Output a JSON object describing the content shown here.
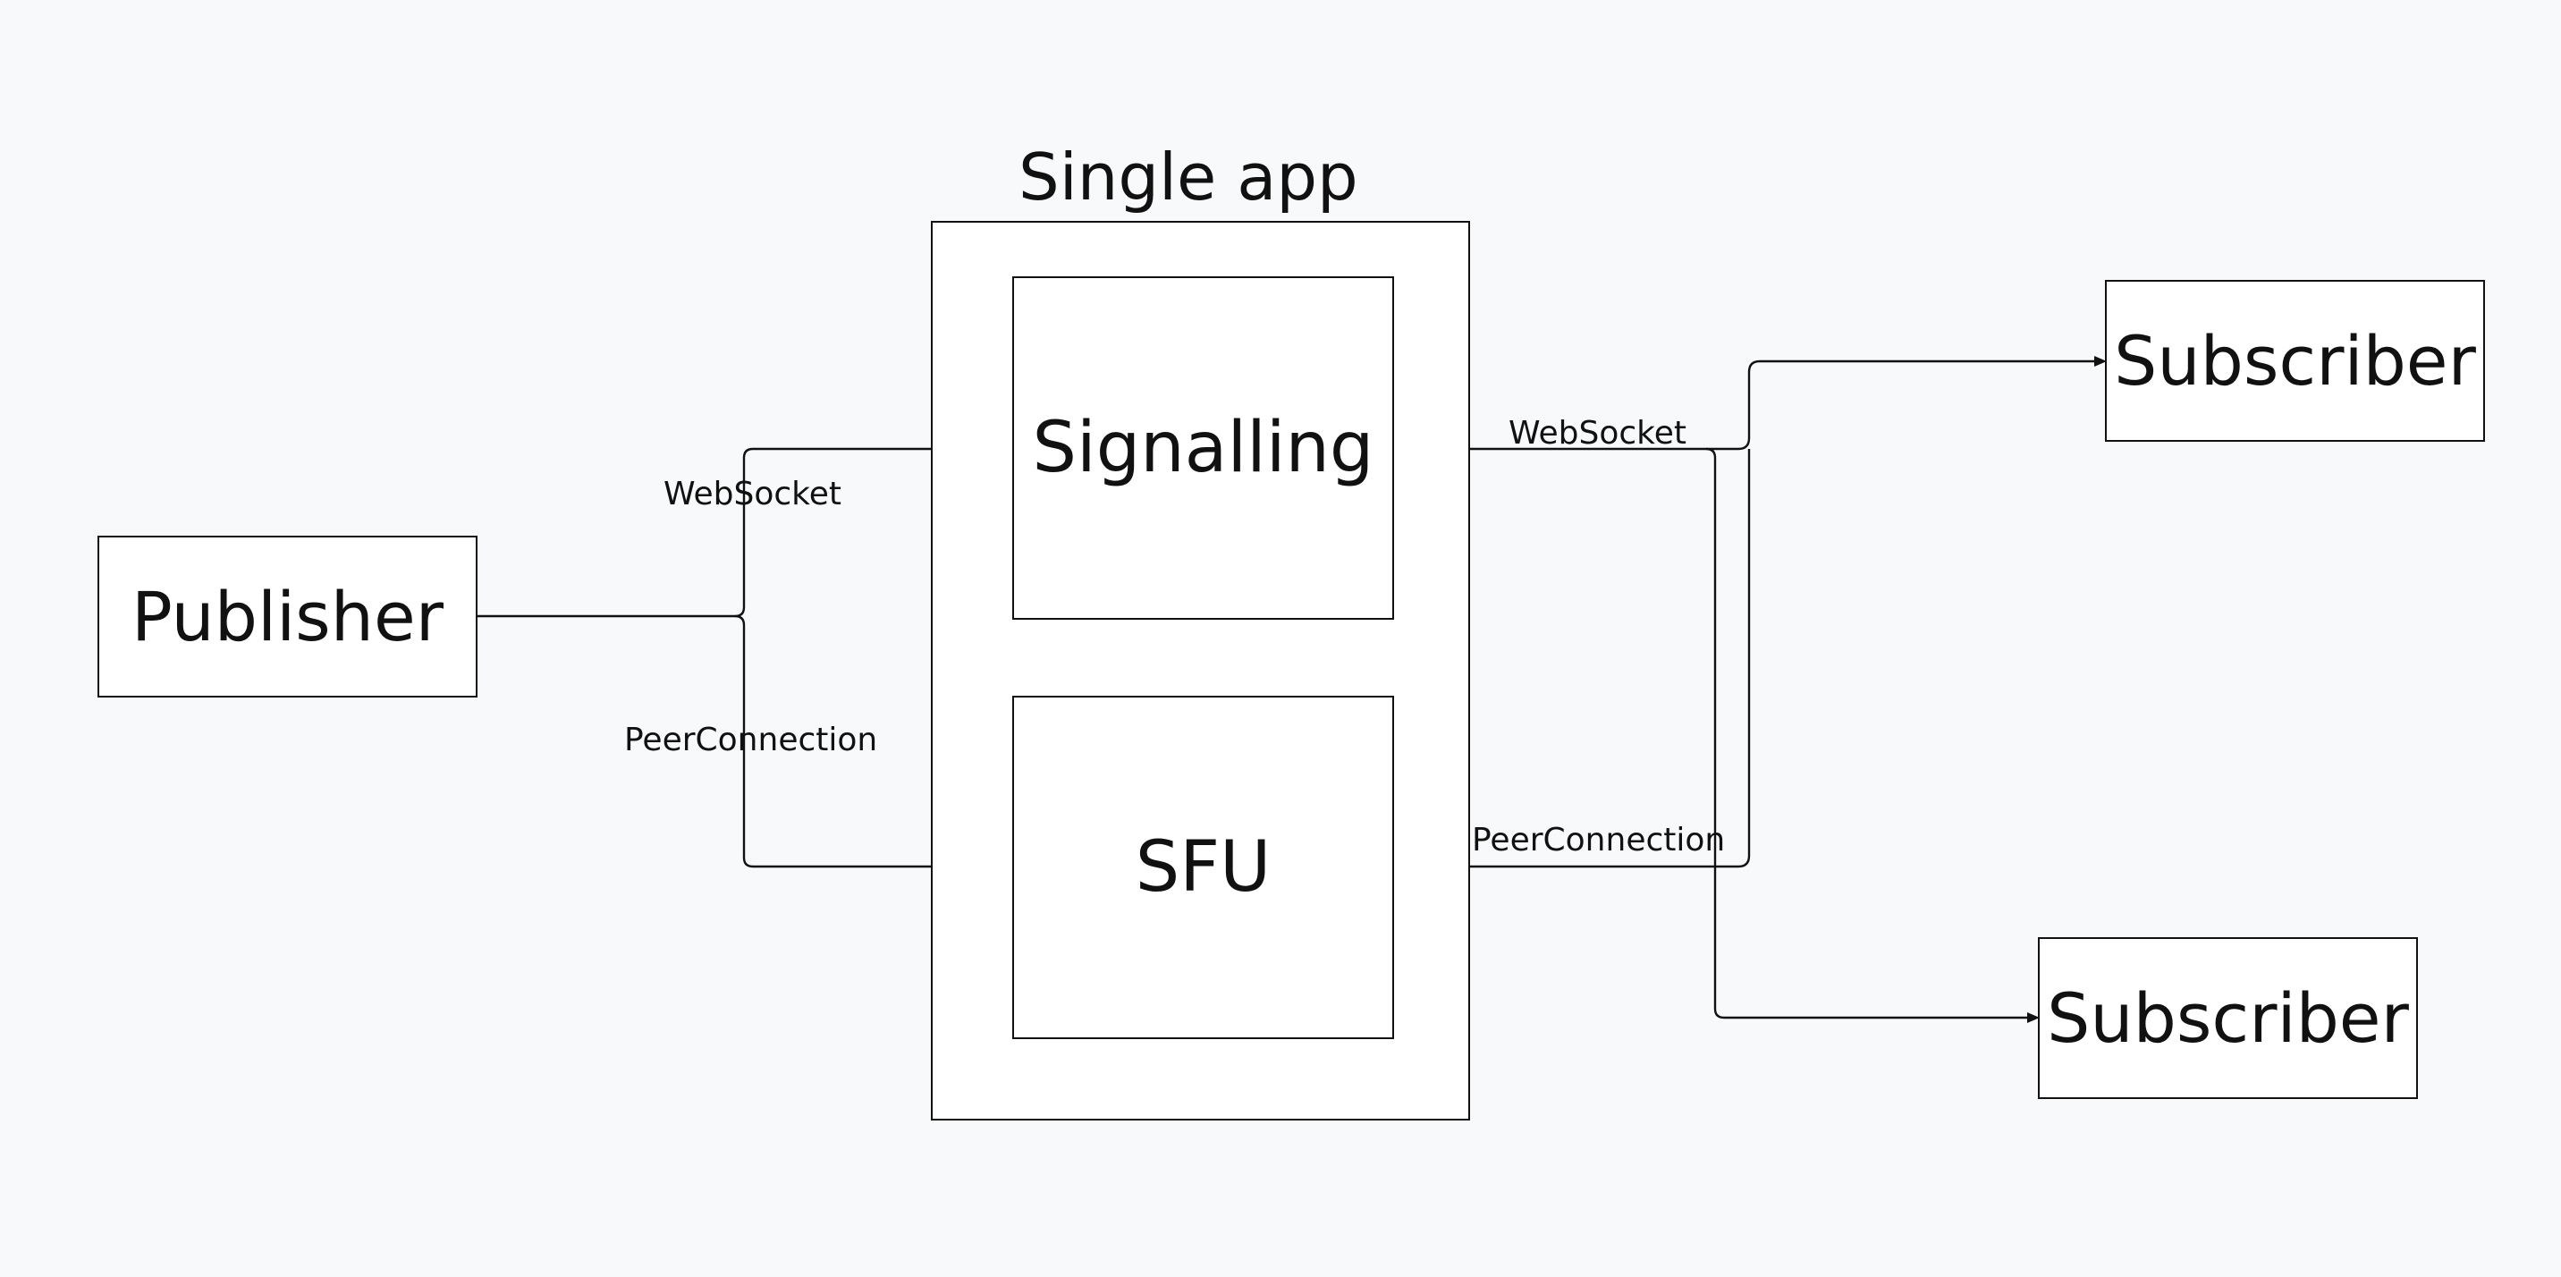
{
  "diagram": {
    "title": "Single app",
    "nodes": {
      "publisher": "Publisher",
      "signalling": "Signalling",
      "sfu": "SFU",
      "subscriber_top": "Subscriber",
      "subscriber_bottom": "Subscriber"
    },
    "edge_labels": {
      "publisher_websocket": "WebSocket",
      "publisher_peerconnection": "PeerConnection",
      "subscribers_websocket": "WebSocket",
      "subscribers_peerconnection": "PeerConnection"
    },
    "colors": {
      "background": "#f8f9fa",
      "box_fill": "#ffffff",
      "stroke": "#111111"
    }
  }
}
